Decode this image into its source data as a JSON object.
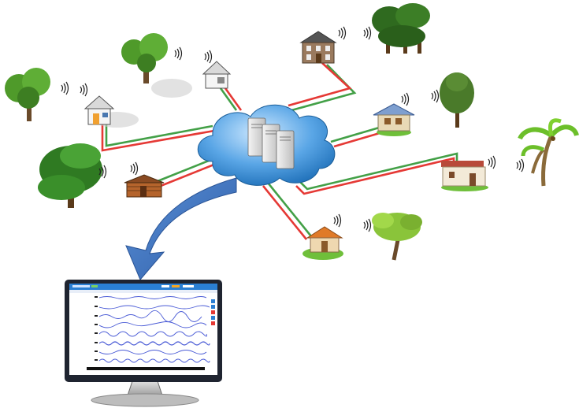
{
  "diagram": {
    "description_visible_text": "",
    "nodes": [
      {
        "id": "cloud-server",
        "icon": "server-cloud-icon"
      },
      {
        "id": "house-1",
        "icon": "house-icon"
      },
      {
        "id": "house-2",
        "icon": "house-icon"
      },
      {
        "id": "house-3",
        "icon": "house-icon"
      },
      {
        "id": "house-4",
        "icon": "house-icon"
      },
      {
        "id": "house-5",
        "icon": "house-icon"
      },
      {
        "id": "house-6",
        "icon": "house-icon"
      },
      {
        "id": "house-7",
        "icon": "house-icon"
      },
      {
        "id": "house-8",
        "icon": "house-icon"
      },
      {
        "id": "monitor",
        "icon": "monitor-icon"
      }
    ],
    "colors": {
      "cloud": "#3d8fd1",
      "link_red": "#e53935",
      "link_green": "#43a047",
      "arrow": "#3f78c4",
      "monitor_frame": "#1f2430",
      "signal_lines": "#4a5bd6"
    }
  }
}
